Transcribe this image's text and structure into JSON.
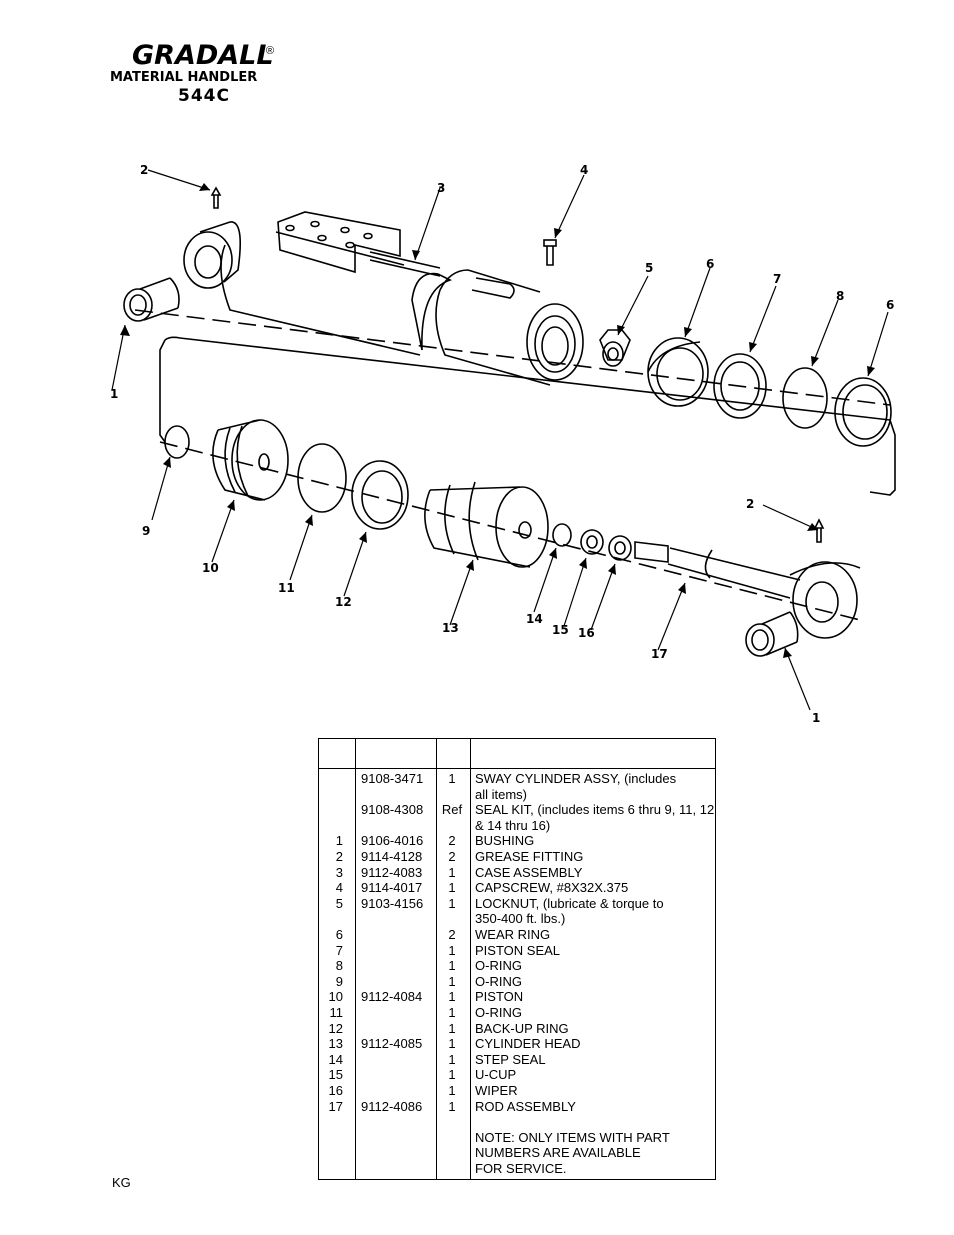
{
  "header": {
    "brand": "GRADALL",
    "registered": "®",
    "subtitle": "MATERIAL HANDLER",
    "model": "544C"
  },
  "diagram": {
    "callouts": [
      "1",
      "2",
      "3",
      "4",
      "5",
      "6",
      "7",
      "8",
      "6",
      "9",
      "10",
      "11",
      "12",
      "13",
      "14",
      "15",
      "16",
      "17",
      "2",
      "1"
    ]
  },
  "parts_table": {
    "rows": [
      {
        "item": "",
        "part": "9108-3471",
        "qty": "1",
        "desc": "SWAY CYLINDER ASSY, (includes"
      },
      {
        "item": "",
        "part": "",
        "qty": "",
        "desc": "all items)"
      },
      {
        "item": "",
        "part": "9108-4308",
        "qty": "Ref",
        "desc": "SEAL KIT, (includes items 6 thru 9, 11, 12"
      },
      {
        "item": "",
        "part": "",
        "qty": "",
        "desc": "& 14 thru 16)"
      },
      {
        "item": "1",
        "part": "9106-4016",
        "qty": "2",
        "desc": "BUSHING"
      },
      {
        "item": "2",
        "part": "9114-4128",
        "qty": "2",
        "desc": "GREASE FITTING"
      },
      {
        "item": "3",
        "part": "9112-4083",
        "qty": "1",
        "desc": "CASE ASSEMBLY"
      },
      {
        "item": "4",
        "part": "9114-4017",
        "qty": "1",
        "desc": "CAPSCREW, #8X32X.375"
      },
      {
        "item": "5",
        "part": "9103-4156",
        "qty": "1",
        "desc": "LOCKNUT, (lubricate & torque to"
      },
      {
        "item": "",
        "part": "",
        "qty": "",
        "desc": "350-400 ft. lbs.)"
      },
      {
        "item": "6",
        "part": "",
        "qty": "2",
        "desc": "WEAR RING"
      },
      {
        "item": "7",
        "part": "",
        "qty": "1",
        "desc": "PISTON SEAL"
      },
      {
        "item": "8",
        "part": "",
        "qty": "1",
        "desc": "O-RING"
      },
      {
        "item": "9",
        "part": "",
        "qty": "1",
        "desc": "O-RING"
      },
      {
        "item": "10",
        "part": "9112-4084",
        "qty": "1",
        "desc": "PISTON"
      },
      {
        "item": "11",
        "part": "",
        "qty": "1",
        "desc": "O-RING"
      },
      {
        "item": "12",
        "part": "",
        "qty": "1",
        "desc": "BACK-UP RING"
      },
      {
        "item": "13",
        "part": "9112-4085",
        "qty": "1",
        "desc": "CYLINDER HEAD"
      },
      {
        "item": "14",
        "part": "",
        "qty": "1",
        "desc": "STEP SEAL"
      },
      {
        "item": "15",
        "part": "",
        "qty": "1",
        "desc": "U-CUP"
      },
      {
        "item": "16",
        "part": "",
        "qty": "1",
        "desc": "WIPER"
      },
      {
        "item": "17",
        "part": "9112-4086",
        "qty": "1",
        "desc": "ROD ASSEMBLY"
      },
      {
        "item": "",
        "part": "",
        "qty": "",
        "desc": ""
      },
      {
        "item": "",
        "part": "",
        "qty": "",
        "desc": "NOTE:  ONLY ITEMS WITH PART"
      },
      {
        "item": "",
        "part": "",
        "qty": "",
        "desc": "NUMBERS ARE AVAILABLE"
      },
      {
        "item": "",
        "part": "",
        "qty": "",
        "desc": "FOR SERVICE."
      }
    ]
  },
  "footer": {
    "code": "KG"
  }
}
